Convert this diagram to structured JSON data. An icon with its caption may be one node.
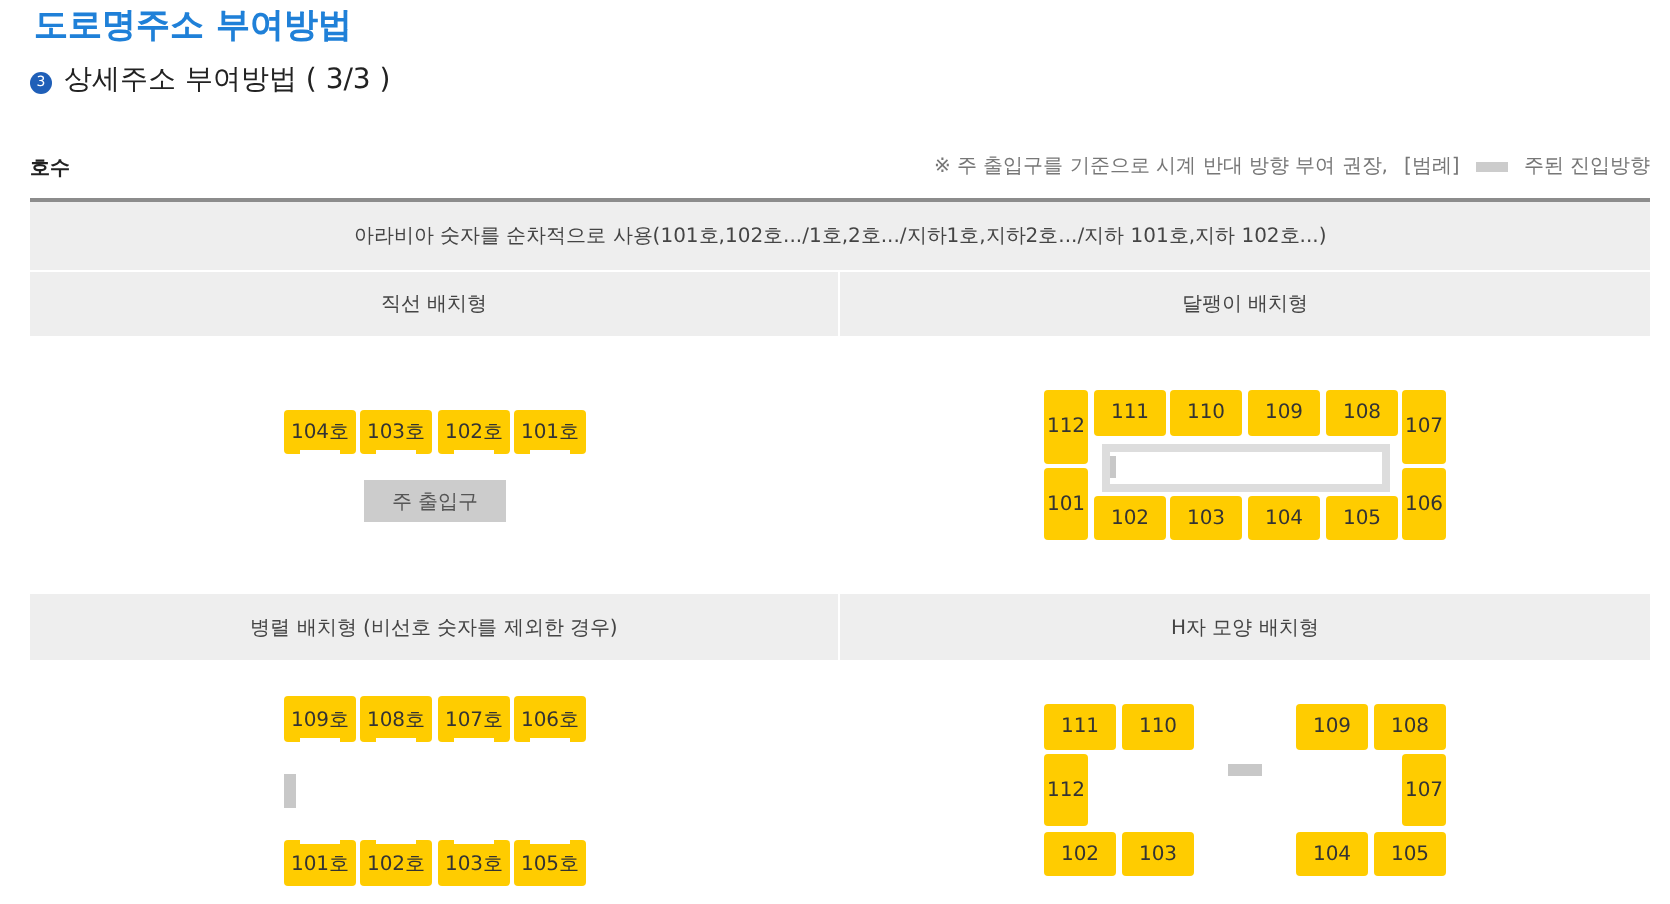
{
  "diagram": {
    "title": "도로명주소 부여방법",
    "nodes": [
      {
        "text": [
          "104호"
        ]
      },
      {
        "text": [
          "103호"
        ]
      },
      {
        "text": [
          "102호"
        ]
      },
      {
        "text": [
          "101호"
        ]
      },
      {
        "text": [
          "주 출입구"
        ]
      },
      {
        "text": [
          "112"
        ]
      },
      {
        "text": [
          "111"
        ]
      },
      {
        "text": [
          "110"
        ]
      },
      {
        "text": [
          "109"
        ]
      },
      {
        "text": [
          "108"
        ]
      },
      {
        "text": [
          "107"
        ]
      },
      {
        "text": [
          "101"
        ]
      },
      {
        "text": [
          "102"
        ]
      },
      {
        "text": [
          "103"
        ]
      },
      {
        "text": [
          "104"
        ]
      },
      {
        "text": [
          "105"
        ]
      },
      {
        "text": [
          "106"
        ]
      },
      {
        "text": [
          "109호"
        ]
      },
      {
        "text": [
          "108호"
        ]
      },
      {
        "text": [
          "107호"
        ]
      },
      {
        "text": [
          "106호"
        ]
      },
      {
        "text": [
          "101호"
        ]
      },
      {
        "text": [
          "102호"
        ]
      },
      {
        "text": [
          "103호"
        ]
      },
      {
        "text": [
          "105호"
        ]
      },
      {
        "text": [
          "111"
        ]
      },
      {
        "text": [
          "110"
        ]
      },
      {
        "text": [
          "109"
        ]
      },
      {
        "text": [
          "108"
        ]
      },
      {
        "text": [
          "112"
        ]
      },
      {
        "text": [
          "107"
        ]
      },
      {
        "text": [
          "102"
        ]
      },
      {
        "text": [
          "103"
        ]
      },
      {
        "text": [
          "104"
        ]
      },
      {
        "text": [
          "105"
        ]
      }
    ],
    "labels": [
      "3",
      "상세주소 부여방법 ( 3/3 )",
      "호수",
      "※ 주 출입구를 기준으로 시계 반대 방향 부여 권장,",
      "[범례]",
      "아라비아 숫자를 순차적으로 사용(101호,102호.../1호,2호.../지하1호,지하2호.../지하 101호,지하 102호...)",
      "직선 배치형",
      "달팽이 배치형",
      "병렬 배치형 (비선호 숫자를 제외한 경우)",
      "H자 모양 배치형"
    ],
    "legend": [
      {
        "text": "주된 진입방향",
        "color": "#cccccc"
      }
    ]
  }
}
